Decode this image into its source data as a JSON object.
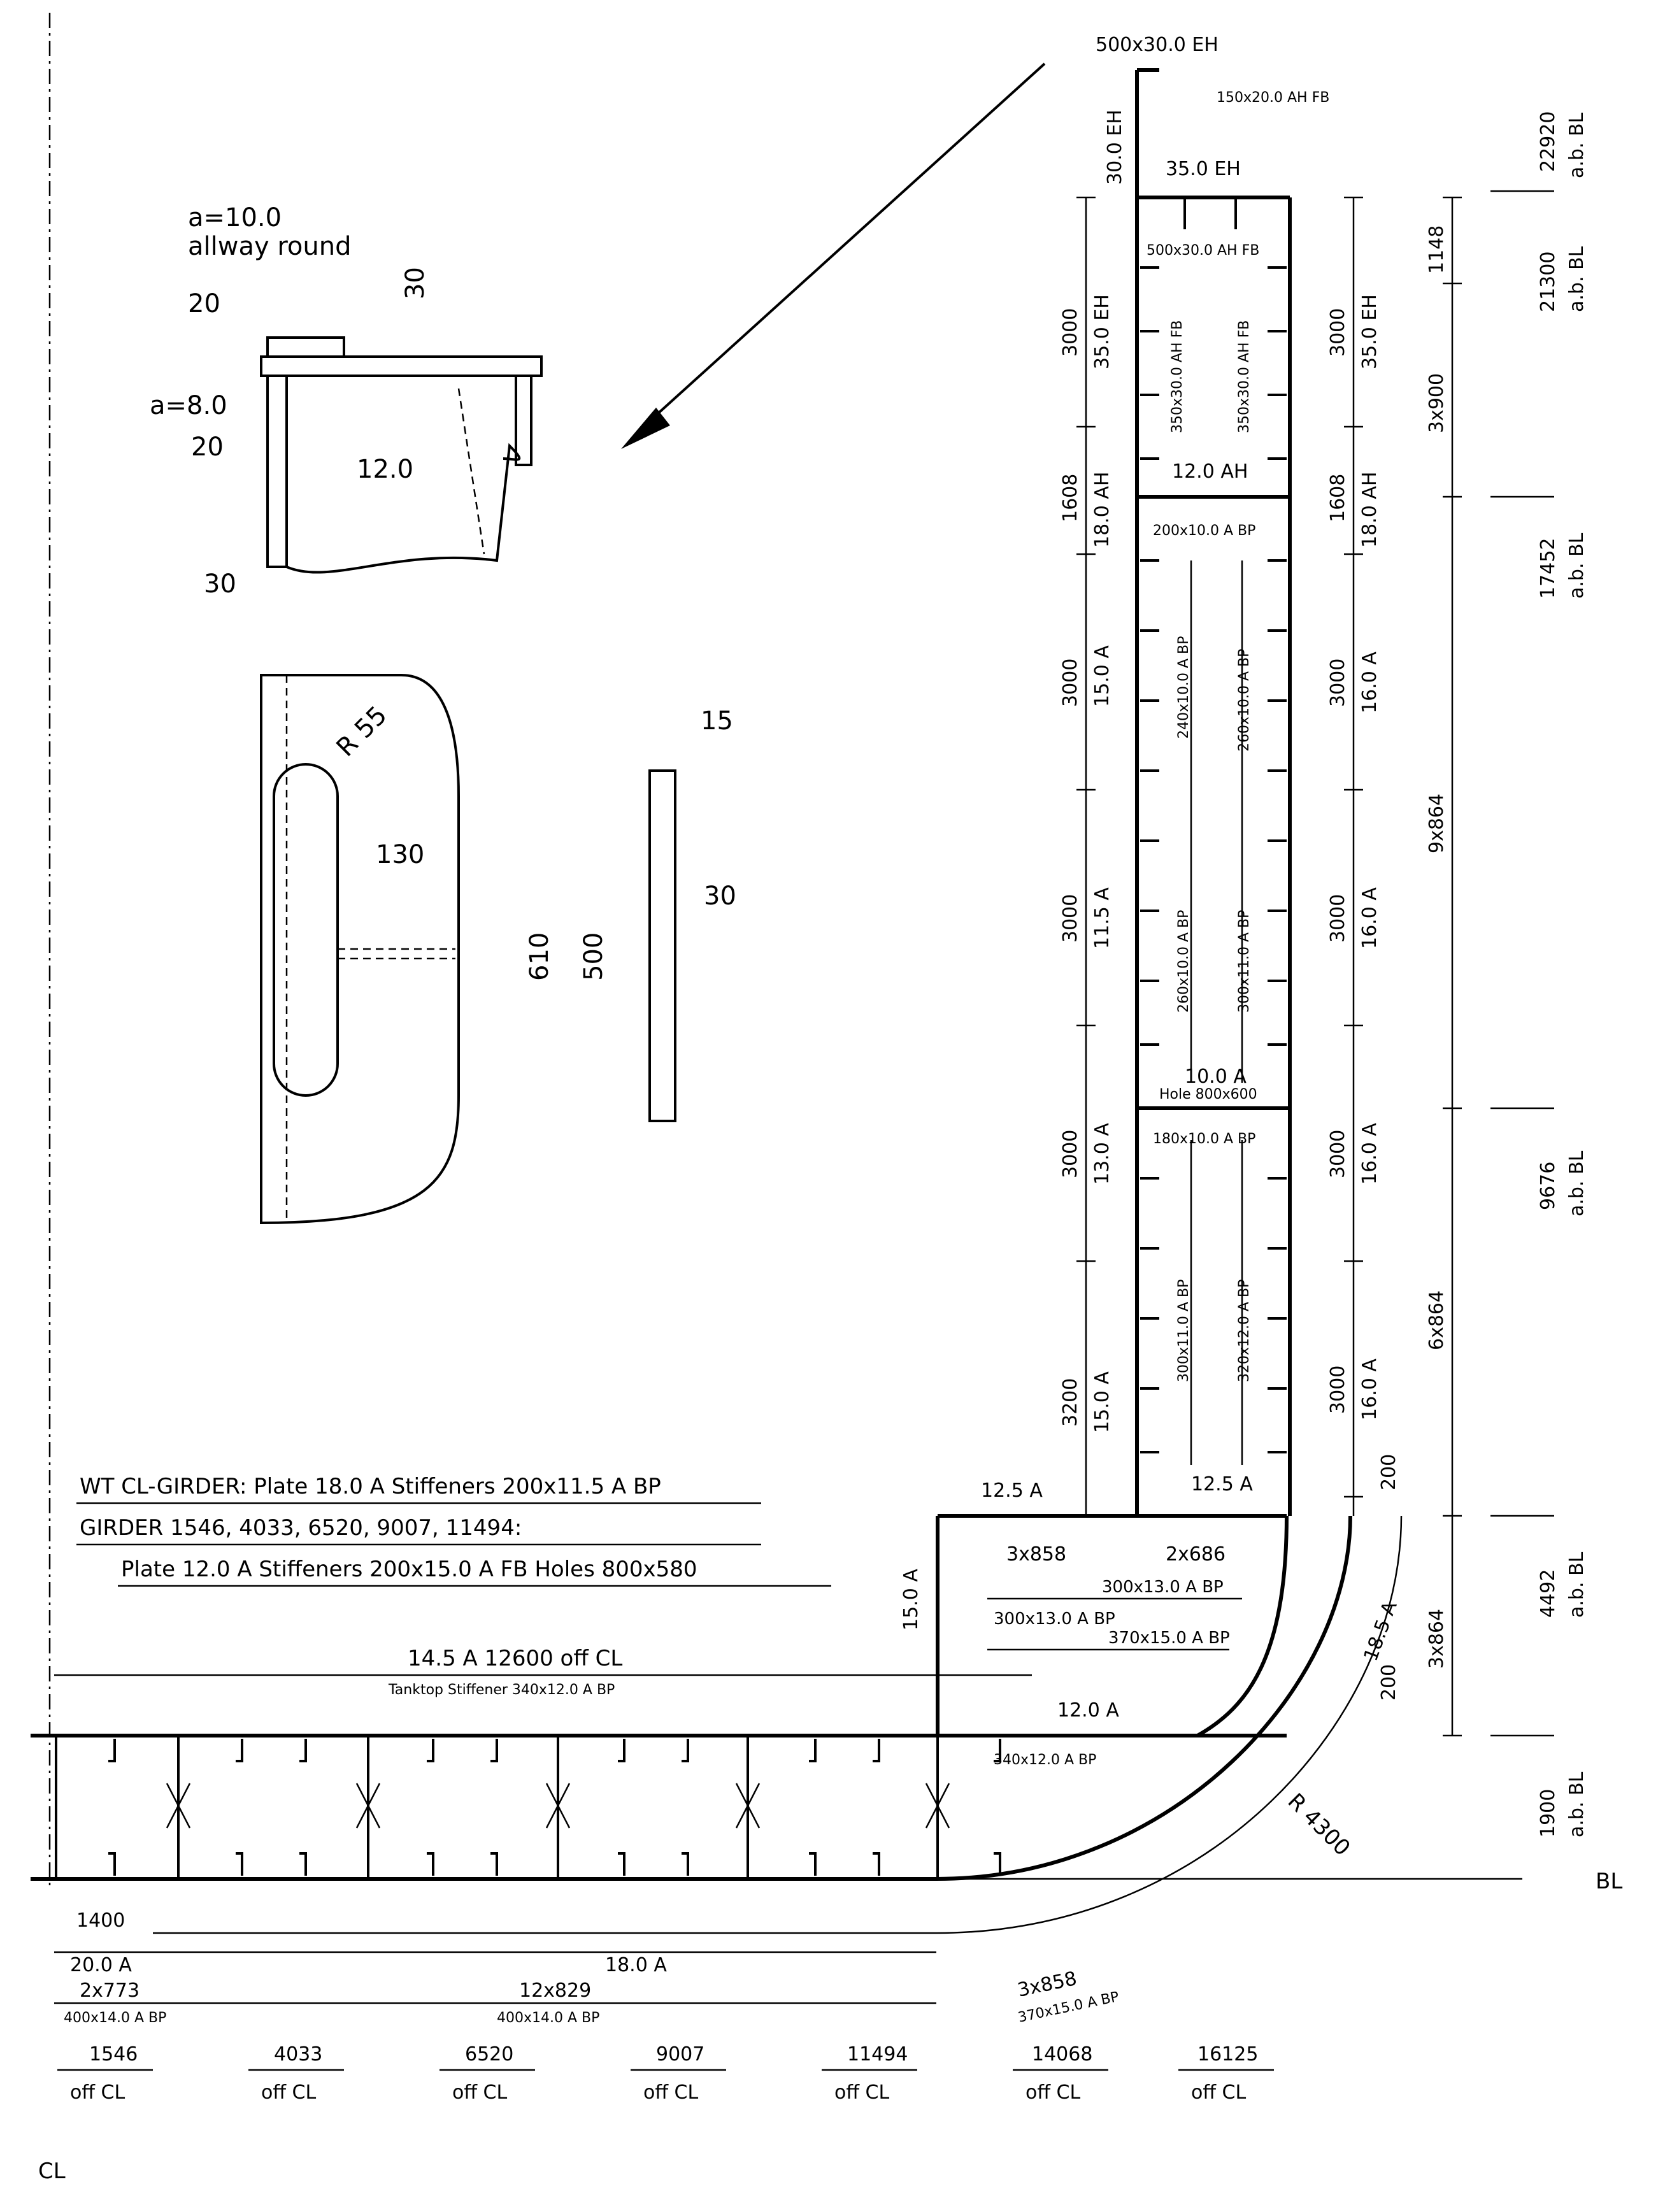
{
  "top_right": {
    "deck_plate": "500x30.0 EH",
    "deck_stiff": "150x20.0 AH FB",
    "plate_30eh": "30.0 EH",
    "plate_35eh_top": "35.0 EH",
    "z_22920": "22920",
    "z_21300": "21300",
    "z_17452": "17452",
    "z_9676": "9676",
    "z_4492": "4492",
    "z_1900": "1900",
    "ab_bl": "a.b. BL",
    "d_1148": "1148",
    "d_3x900": "3x900",
    "d_9x864": "9x864",
    "d_6x864": "6x864",
    "d_3x864": "3x864"
  },
  "web": {
    "s500x30": "500x30.0  AH  FB",
    "s350a": "350x30.0 AH FB",
    "s350b": "350x30.0 AH FB",
    "p12ah": "12.0  AH",
    "s200x10": "200x10.0  A  BP",
    "s240": "240x10.0  A  BP",
    "s260a": "260x10.0  A  BP",
    "s260b": "260x10.0  A  BP",
    "s300a": "300x11.0  A  BP",
    "p10a": "10.0  A",
    "hole": "Hole  800x600",
    "s180": "180x10.0  A  BP",
    "s300b": "300x11.0  A  BP",
    "s320": "320x12.0  A  BP",
    "p125a_web": "12.5  A"
  },
  "left_side": {
    "d3000a": "3000",
    "p35eh": "35.0  EH",
    "d1608": "1608",
    "p18ah": "18.0  AH",
    "d3000b": "3000",
    "p15a": "15.0  A",
    "d3000c": "3000",
    "p115a": "11.5  A",
    "d3000d": "3000",
    "p13a": "13.0  A",
    "d3200": "3200",
    "p15a2": "15.0  A"
  },
  "right_side": {
    "d3000a": "3000",
    "p35eh": "35.0  EH",
    "d1608": "1608",
    "p18ah": "18.0  AH",
    "d3000b": "3000",
    "p16a": "16.0  A",
    "d3000c": "3000",
    "p16a2": "16.0  A",
    "d3000d": "3000",
    "p16a3": "16.0  A",
    "d3000e": "3000",
    "p16a4": "16.0  A",
    "d200a": "200",
    "d200b": "200",
    "p185a": "18.5  A"
  },
  "detail": {
    "weld_a10": "a=10.0",
    "weld_round": "allway round",
    "d20a": "20",
    "d30a": "30",
    "weld_a8": "a=8.0",
    "d20b": "20",
    "p12": "12.0",
    "d30b": "30",
    "r55": "R 55",
    "d130": "130",
    "d15": "15",
    "d30c": "30",
    "d610": "610",
    "d500": "500"
  },
  "notes": {
    "line1": "WT CL-GIRDER:  Plate 18.0  A  Stiffeners  200x11.5  A  BP",
    "line2": "GIRDER  1546, 4033, 6520, 9007, 11494:",
    "line3": "Plate   12.0  A  Stiffeners  200x15.0  A FB  Holes   800x580"
  },
  "hopper": {
    "p125a": "12.5  A",
    "d3x858": "3x858",
    "d2x686": "2x686",
    "s300x13a": "300x13.0  A  BP",
    "s300x13b": "300x13.0  A  BP",
    "s370x15": "370x15.0  A  BP",
    "p15a": "15.0  A"
  },
  "tanktop": {
    "label": "14.5  A   12600  off CL",
    "stiffener": "Tanktop Stiffener   340x12.0  A  BP",
    "p12a": "12.0  A",
    "s340": "340x12.0  A  BP",
    "r4300": "R 4300",
    "bl": "BL"
  },
  "bottom": {
    "d1400": "1400",
    "p20a": "20.0  A",
    "p18a": "18.0  A",
    "d2x773": "2x773",
    "d12x829": "12x829",
    "d3x858": "3x858",
    "s400a": "400x14.0  A  BP",
    "s400b": "400x14.0  A  BP",
    "s370": "370x15.0  A  BP",
    "off_cl": "off  CL",
    "girders": [
      "1546",
      "4033",
      "6520",
      "9007",
      "11494",
      "14068",
      "16125"
    ],
    "cl": "CL"
  }
}
